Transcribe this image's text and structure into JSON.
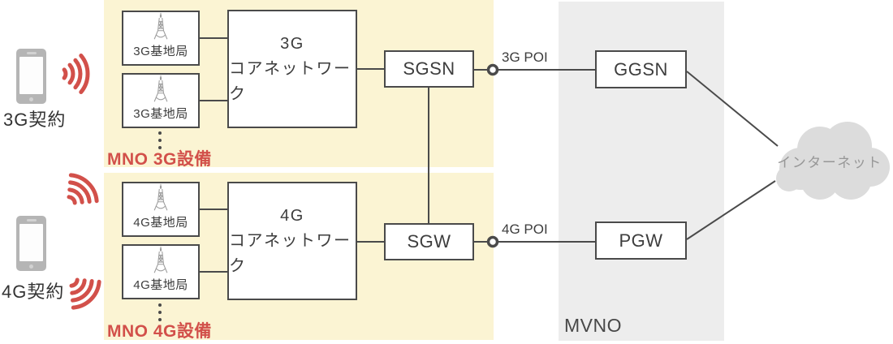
{
  "colors": {
    "accent_red": "#D2504A",
    "panel_yellow": "#FBF4D3",
    "panel_gray": "#EDEDED",
    "line_dark": "#4A4A4A",
    "cloud_gray": "#DCDCDC"
  },
  "icons": {
    "phone": "smartphone-icon",
    "waves": "radio-waves-icon",
    "tower": "base-station-tower-icon",
    "cloud": "internet-cloud-icon",
    "poi": "poi-connector-dot"
  },
  "subscribers": {
    "sub3g_label": "3G契約",
    "sub4g_label": "4G契約"
  },
  "mno3g": {
    "panel_label": "MNO 3G設備",
    "bs1_label": "3G基地局",
    "bs2_label": "3G基地局",
    "core_line1": "3G",
    "core_line2": "コアネットワーク",
    "node_label": "SGSN",
    "poi_label": "3G POI"
  },
  "mno4g": {
    "panel_label": "MNO 4G設備",
    "bs1_label": "4G基地局",
    "bs2_label": "4G基地局",
    "core_line1": "4G",
    "core_line2": "コアネットワーク",
    "node_label": "SGW",
    "poi_label": "4G POI"
  },
  "mvno": {
    "panel_label": "MVNO",
    "gateway_3g_label": "GGSN",
    "gateway_4g_label": "PGW"
  },
  "internet": {
    "label": "インターネット"
  }
}
